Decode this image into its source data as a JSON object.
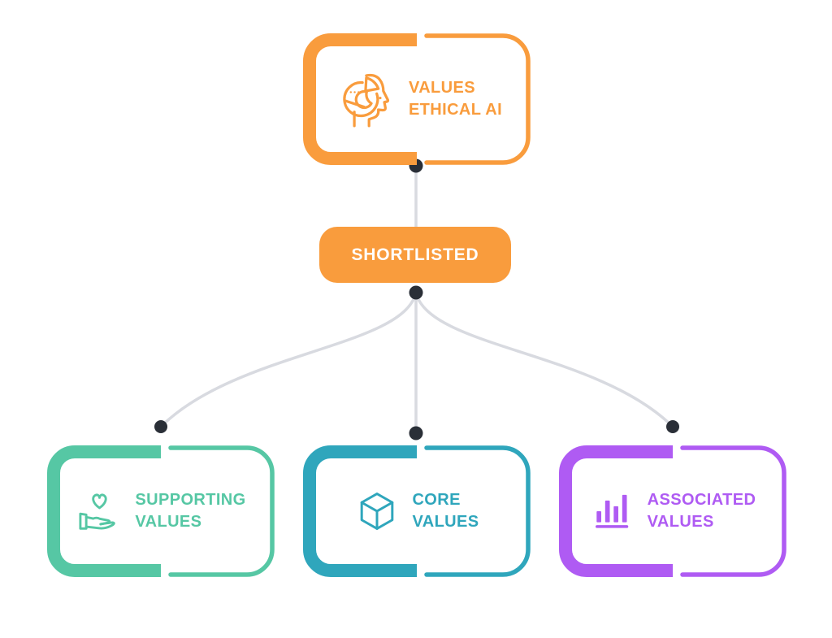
{
  "diagram": {
    "root": {
      "lines": [
        "VALUES",
        "ETHICAL AI"
      ],
      "icon": "ai-head-icon"
    },
    "shortlisted": {
      "label": "SHORTLISTED"
    },
    "children": [
      {
        "id": "supporting",
        "lines": [
          "SUPPORTING",
          "VALUES"
        ],
        "icon": "hand-heart-icon"
      },
      {
        "id": "core",
        "lines": [
          "CORE",
          "VALUES"
        ],
        "icon": "cube-icon"
      },
      {
        "id": "associated",
        "lines": [
          "ASSOCIATED",
          "VALUES"
        ],
        "icon": "bar-chart-icon"
      }
    ]
  },
  "colors": {
    "orange": "#F99C3D",
    "mint": "#56C7A4",
    "teal": "#2FA6BC",
    "purple": "#AF5BF3",
    "connector": "#D8DAE0",
    "dot": "#2A2F37",
    "background": "#FFFFFF",
    "shortlisted_text": "#FFFFFF"
  }
}
